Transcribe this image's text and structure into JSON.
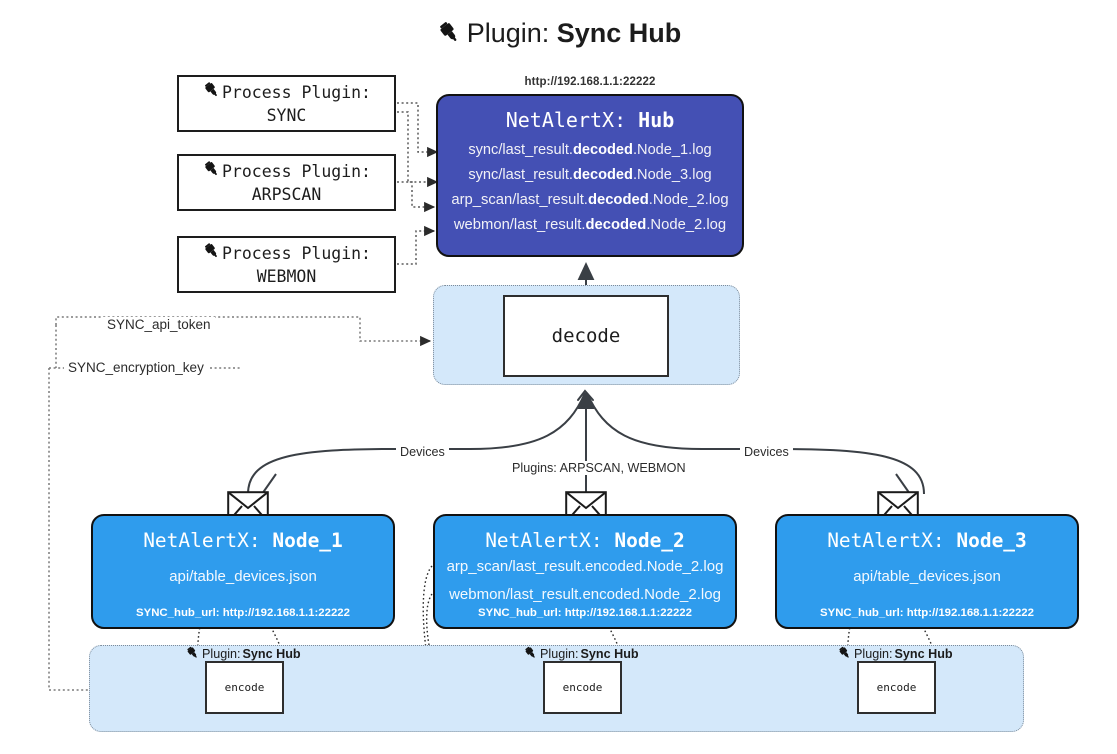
{
  "title": {
    "icon": "plug-icon",
    "prefix": "Plugin:",
    "name": "Sync Hub"
  },
  "process_plugins": [
    {
      "icon": "plug-icon",
      "line1": "Process Plugin:",
      "line2": "SYNC"
    },
    {
      "icon": "plug-icon",
      "line1": "Process Plugin:",
      "line2": "ARPSCAN"
    },
    {
      "icon": "plug-icon",
      "line1": "Process Plugin:",
      "line2": "WEBMON"
    }
  ],
  "hub": {
    "url": "http://192.168.1.1:22222",
    "title_prefix": "NetAlertX:",
    "title_name": "Hub",
    "lines": [
      {
        "pre": "sync/last_result.",
        "mid": "decoded",
        "post": ".Node_1.log"
      },
      {
        "pre": "sync/last_result.",
        "mid": "decoded",
        "post": ".Node_3.log"
      },
      {
        "pre": "arp_scan/last_result.",
        "mid": "decoded",
        "post": ".Node_2.log"
      },
      {
        "pre": "webmon/last_result.",
        "mid": "decoded",
        "post": ".Node_2.log"
      }
    ],
    "color": "#4450b4"
  },
  "decode": {
    "label": "decode"
  },
  "keys": {
    "api_token": "SYNC_api_token",
    "encryption_key": "SYNC_encryption_key"
  },
  "edges": {
    "devices_left": "Devices",
    "devices_right": "Devices",
    "plugins_middle": "Plugins: ARPSCAN, WEBMON"
  },
  "nodes": [
    {
      "title_prefix": "NetAlertX:",
      "title_name": "Node_1",
      "lines": [
        "api/table_devices.json"
      ],
      "footer": "SYNC_hub_url: http://192.168.1.1:22222",
      "icon": "envelope-icon",
      "color": "#2f9ced"
    },
    {
      "title_prefix": "NetAlertX:",
      "title_name": "Node_2",
      "lines": [
        "arp_scan/last_result.encoded.Node_2.log",
        "webmon/last_result.encoded.Node_2.log"
      ],
      "footer": "SYNC_hub_url: http://192.168.1.1:22222",
      "icon": "envelope-icon",
      "color": "#2f9ced"
    },
    {
      "title_prefix": "NetAlertX:",
      "title_name": "Node_3",
      "lines": [
        "api/table_devices.json"
      ],
      "footer": "SYNC_hub_url: http://192.168.1.1:22222",
      "icon": "envelope-icon",
      "color": "#2f9ced"
    }
  ],
  "encoders": [
    {
      "caption_icon": "plug-icon",
      "caption_prefix": "Plugin:",
      "caption_name": "Sync Hub",
      "label": "encode"
    },
    {
      "caption_icon": "plug-icon",
      "caption_prefix": "Plugin:",
      "caption_name": "Sync Hub",
      "label": "encode"
    },
    {
      "caption_icon": "plug-icon",
      "caption_prefix": "Plugin:",
      "caption_name": "Sync Hub",
      "label": "encode"
    }
  ],
  "palette": {
    "hub": "#4450b4",
    "node": "#2f9ced",
    "pane": "#d4e8fa",
    "stroke": "#111111",
    "dotted": "#7d8b99"
  }
}
